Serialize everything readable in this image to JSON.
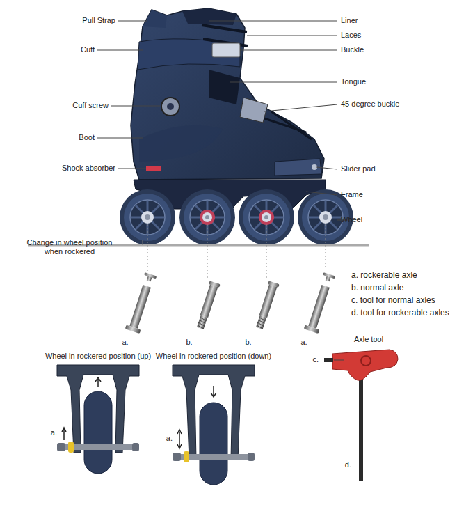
{
  "diagram": {
    "labels": [
      "Pull Strap",
      "Cuff",
      "Cuff screw",
      "Boot",
      "Shock absorber",
      "Liner",
      "Laces",
      "Buckle",
      "Tongue",
      "45 degree buckle",
      "Slider pad",
      "Frame",
      "Wheel",
      "Change in wheel position when rockered",
      "a.",
      "b.",
      "b.",
      "a.",
      "a. rockerable axle",
      "b. normal axle",
      "c. tool for normal axles",
      "d. tool for rockerable axles",
      "Wheel in rockered position (up)",
      "Wheel in rockered position (down)",
      "a.",
      "a.",
      "Axle tool",
      "c.",
      "d."
    ]
  }
}
